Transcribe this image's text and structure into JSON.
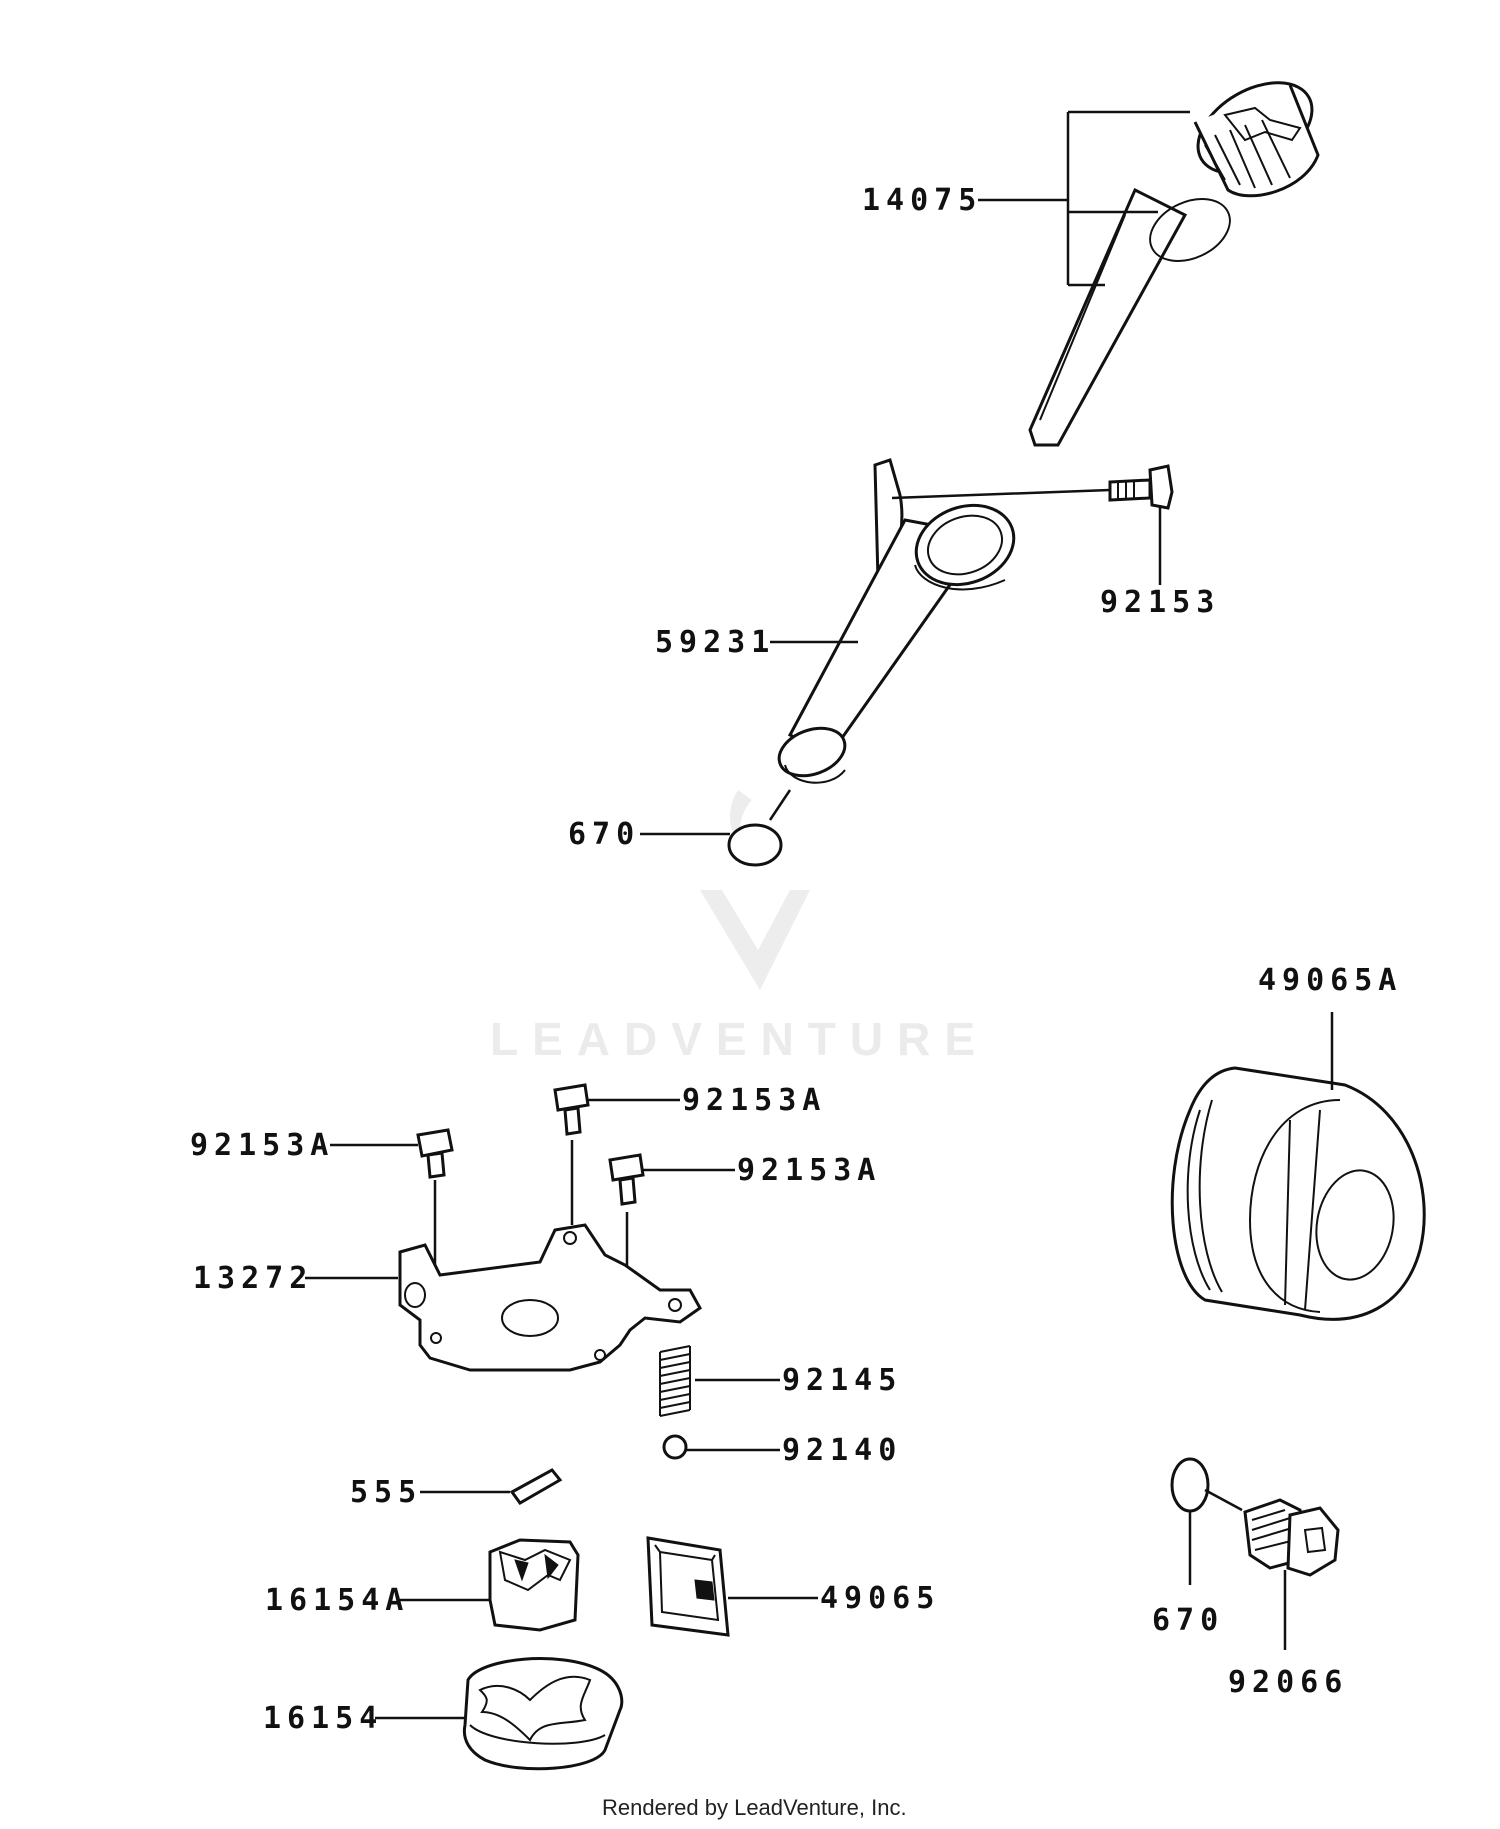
{
  "watermark": {
    "text": "LEADVENTURE"
  },
  "footer": {
    "text": "Rendered by LeadVenture, Inc."
  },
  "labels": {
    "p14075": "14075",
    "p92153": "92153",
    "p59231": "59231",
    "p670_top": "670",
    "p49065A": "49065A",
    "p92153A_1": "92153A",
    "p92153A_2": "92153A",
    "p92153A_3": "92153A",
    "p13272": "13272",
    "p92145": "92145",
    "p92140": "92140",
    "p555": "555",
    "p16154A": "16154A",
    "p49065": "49065",
    "p16154": "16154",
    "p670_bottom": "670",
    "p92066": "92066"
  }
}
